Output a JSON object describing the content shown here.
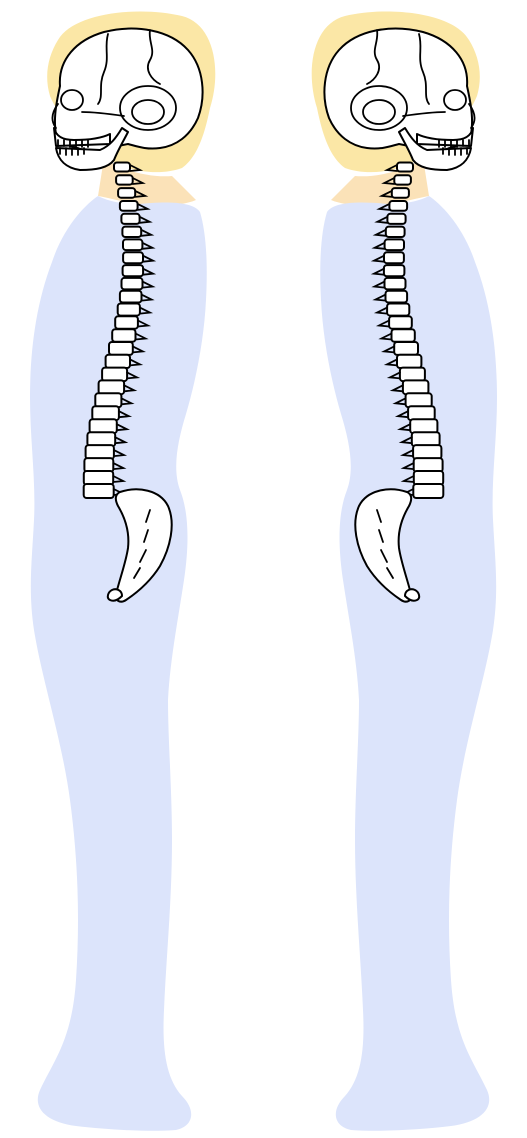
{
  "colors": {
    "background": "#ffffff",
    "body_fill": "#dce4fb",
    "hair_fill": "#fbe7a6",
    "skin_fill": "#fbe2b8",
    "bone_fill": "#ffffff",
    "outline": "#000000"
  },
  "figures": [
    {
      "id": "left",
      "facing": "left"
    },
    {
      "id": "right",
      "facing": "right"
    }
  ]
}
